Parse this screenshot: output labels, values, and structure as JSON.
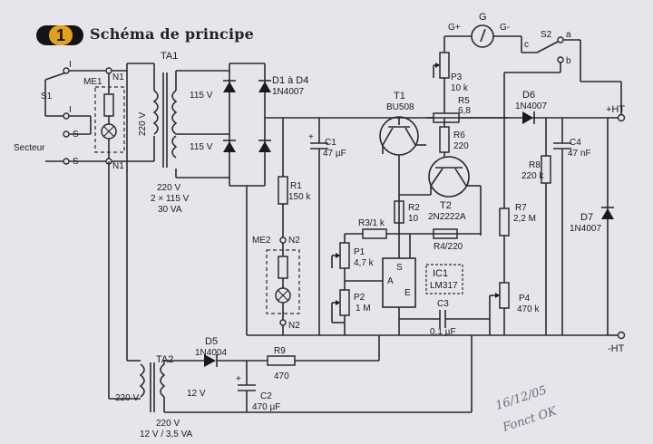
{
  "header": {
    "badge_number": "1",
    "title": "Schéma de principe"
  },
  "mains": {
    "switch": "S1",
    "lamp": "ME1",
    "secteur": "Secteur",
    "term_i1": "I",
    "term_i2": "I",
    "term_s1": "S",
    "term_s2": "S",
    "term_n1a": "N1",
    "term_n1b": "N1"
  },
  "ta1": {
    "name": "TA1",
    "primary": "220 V",
    "sec_a": "115 V",
    "sec_b": "115 V",
    "spec1": "220 V",
    "spec2": "2 × 115 V",
    "spec3": "30 VA"
  },
  "diodes": {
    "d1_name": "D1 à D4",
    "d1_val": "1N4007",
    "d5_name": "D5",
    "d5_val": "1N4004",
    "d6_name": "D6",
    "d6_val": "1N4007",
    "d7_name": "D7",
    "d7_val": "1N4007"
  },
  "caps": {
    "c1_name": "C1",
    "c1_val": "47 µF",
    "c2_name": "C2",
    "c2_val": "470 µF",
    "c3_name": "C3",
    "c3_val": "0,1 µF",
    "c4_name": "C4",
    "c4_val": "47 nF"
  },
  "resistors": {
    "r1_name": "R1",
    "r1_val": "150 k",
    "r2_name": "R2",
    "r2_val": "10",
    "r3": "R3/1 k",
    "r4": "R4/220",
    "r5_name": "R5",
    "r5_val": "6,8",
    "r6_name": "R6",
    "r6_val": "220",
    "r7_name": "R7",
    "r7_val": "2,2 M",
    "r8_name": "R8",
    "r8_val": "220 k",
    "r9_name": "R9",
    "r9_val": "470"
  },
  "pots": {
    "p1_name": "P1",
    "p1_val": "4,7 k",
    "p2_name": "P2",
    "p2_val": "1 M",
    "p3_name": "P3",
    "p3_val": "10 k",
    "p4_name": "P4",
    "p4_val": "470 k"
  },
  "transistors": {
    "t1_name": "T1",
    "t1_val": "BU508",
    "t2_name": "T2",
    "t2_val": "2N2222A"
  },
  "ic": {
    "name": "IC1",
    "val": "LM317",
    "pin_s": "S",
    "pin_a": "A",
    "pin_e": "E"
  },
  "me2": {
    "name": "ME2",
    "n2a": "N2",
    "n2b": "N2"
  },
  "meter": {
    "name": "G",
    "plus": "G+",
    "minus": "G-",
    "c_label": "c",
    "s2": "S2",
    "a": "a",
    "b": "b"
  },
  "outputs": {
    "plus": "+HT",
    "minus": "-HT"
  },
  "ta2": {
    "name": "TA2",
    "prim": "220 V",
    "sec": "12 V",
    "spec1": "220 V",
    "spec2": "12 V / 3,5 VA"
  },
  "handwriting": {
    "line1": "16/12/05",
    "line2": "Fonct OK"
  }
}
